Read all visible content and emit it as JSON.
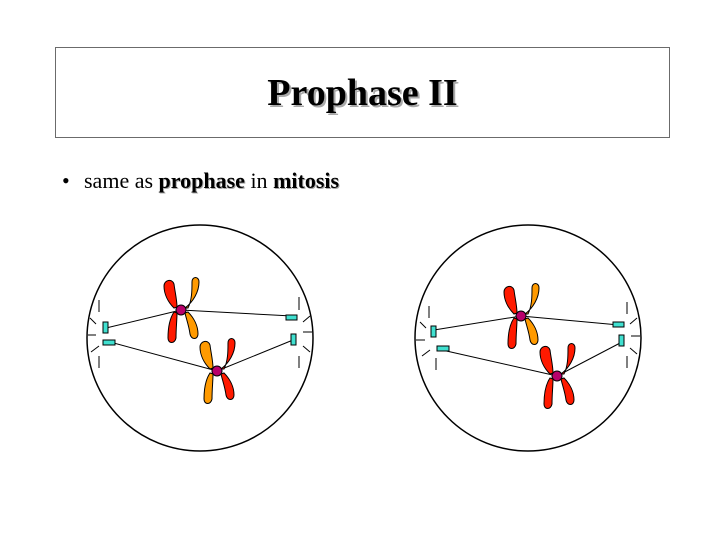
{
  "slide": {
    "title": "Prophase II",
    "bullet": {
      "marker": "•",
      "text_1": "same as",
      "bold_1": "prophase",
      "text_2": "in",
      "bold_2": "mitosis"
    }
  },
  "colors": {
    "chromatid_red": "#ff1a00",
    "chromatid_orange": "#ff9a00",
    "centromere": "#b8006b",
    "centrosome": "#40e0d0",
    "outline": "#000000"
  }
}
